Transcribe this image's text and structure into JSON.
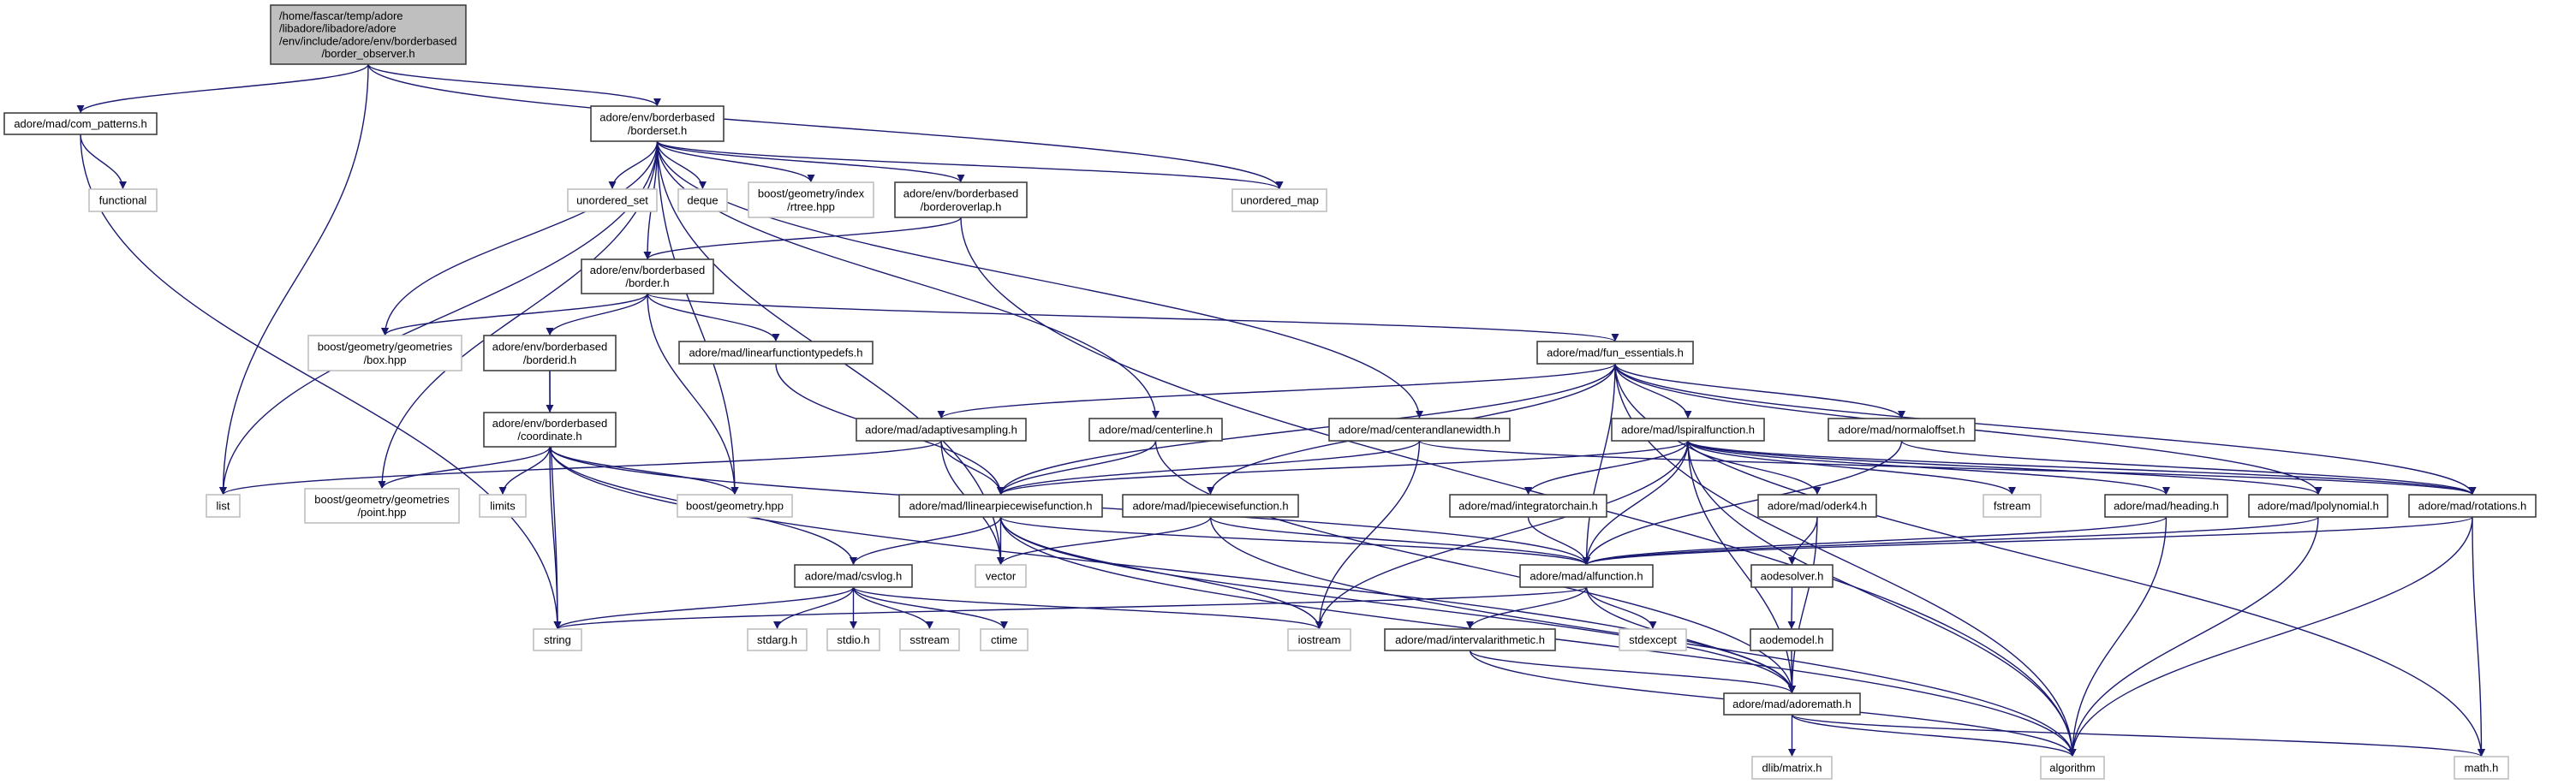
{
  "colors": {
    "edge": "#191970",
    "root_fill": "#bfbfbf",
    "local_border": "#404040",
    "system_border": "#bfbfbf"
  },
  "graph": {
    "nodes": [
      {
        "id": "border_observer",
        "kind": "root",
        "lines": [
          "/home/fascar/temp/adore",
          "/libadore/libadore/adore",
          "/env/include/adore/env/borderbased",
          "/border_observer.h"
        ]
      },
      {
        "id": "com_patterns",
        "kind": "local",
        "lines": [
          "adore/mad/com_patterns.h"
        ]
      },
      {
        "id": "functional",
        "kind": "system",
        "lines": [
          "functional"
        ]
      },
      {
        "id": "borderset",
        "kind": "local",
        "lines": [
          "adore/env/borderbased",
          "/borderset.h"
        ]
      },
      {
        "id": "unordered_set",
        "kind": "system",
        "lines": [
          "unordered_set"
        ]
      },
      {
        "id": "deque",
        "kind": "system",
        "lines": [
          "deque"
        ]
      },
      {
        "id": "rtree",
        "kind": "system",
        "lines": [
          "boost/geometry/index",
          "/rtree.hpp"
        ]
      },
      {
        "id": "borderoverlap",
        "kind": "local",
        "lines": [
          "adore/env/borderbased",
          "/borderoverlap.h"
        ]
      },
      {
        "id": "unordered_map",
        "kind": "system",
        "lines": [
          "unordered_map"
        ]
      },
      {
        "id": "border",
        "kind": "local",
        "lines": [
          "adore/env/borderbased",
          "/border.h"
        ]
      },
      {
        "id": "box",
        "kind": "system",
        "lines": [
          "boost/geometry/geometries",
          "/box.hpp"
        ]
      },
      {
        "id": "borderid",
        "kind": "local",
        "lines": [
          "adore/env/borderbased",
          "/borderid.h"
        ]
      },
      {
        "id": "linearfunctiontypedefs",
        "kind": "local",
        "lines": [
          "adore/mad/linearfunctiontypedefs.h"
        ]
      },
      {
        "id": "fun_essentials",
        "kind": "local",
        "lines": [
          "adore/mad/fun_essentials.h"
        ]
      },
      {
        "id": "coordinate",
        "kind": "local",
        "lines": [
          "adore/env/borderbased",
          "/coordinate.h"
        ]
      },
      {
        "id": "adaptivesampling",
        "kind": "local",
        "lines": [
          "adore/mad/adaptivesampling.h"
        ]
      },
      {
        "id": "centerline",
        "kind": "local",
        "lines": [
          "adore/mad/centerline.h"
        ]
      },
      {
        "id": "centerandlanewidth",
        "kind": "local",
        "lines": [
          "adore/mad/centerandlanewidth.h"
        ]
      },
      {
        "id": "lspiralfunction",
        "kind": "local",
        "lines": [
          "adore/mad/lspiralfunction.h"
        ]
      },
      {
        "id": "normaloffset",
        "kind": "local",
        "lines": [
          "adore/mad/normaloffset.h"
        ]
      },
      {
        "id": "list",
        "kind": "system",
        "lines": [
          "list"
        ]
      },
      {
        "id": "point",
        "kind": "system",
        "lines": [
          "boost/geometry/geometries",
          "/point.hpp"
        ]
      },
      {
        "id": "limits",
        "kind": "system",
        "lines": [
          "limits"
        ]
      },
      {
        "id": "boost_geometry",
        "kind": "system",
        "lines": [
          "boost/geometry.hpp"
        ]
      },
      {
        "id": "llinearpiecewisefunction",
        "kind": "local",
        "lines": [
          "adore/mad/llinearpiecewisefunction.h"
        ]
      },
      {
        "id": "lpiecewisefunction",
        "kind": "local",
        "lines": [
          "adore/mad/lpiecewisefunction.h"
        ]
      },
      {
        "id": "integratorchain",
        "kind": "local",
        "lines": [
          "adore/mad/integratorchain.h"
        ]
      },
      {
        "id": "oderk4",
        "kind": "local",
        "lines": [
          "adore/mad/oderk4.h"
        ]
      },
      {
        "id": "fstream",
        "kind": "system",
        "lines": [
          "fstream"
        ]
      },
      {
        "id": "heading",
        "kind": "local",
        "lines": [
          "adore/mad/heading.h"
        ]
      },
      {
        "id": "lpolynomial",
        "kind": "local",
        "lines": [
          "adore/mad/lpolynomial.h"
        ]
      },
      {
        "id": "rotations",
        "kind": "local",
        "lines": [
          "adore/mad/rotations.h"
        ]
      },
      {
        "id": "csvlog",
        "kind": "local",
        "lines": [
          "adore/mad/csvlog.h"
        ]
      },
      {
        "id": "vector",
        "kind": "system",
        "lines": [
          "vector"
        ]
      },
      {
        "id": "alfunction",
        "kind": "local",
        "lines": [
          "adore/mad/alfunction.h"
        ]
      },
      {
        "id": "aodesolver",
        "kind": "local",
        "lines": [
          "aodesolver.h"
        ]
      },
      {
        "id": "string",
        "kind": "system",
        "lines": [
          "string"
        ]
      },
      {
        "id": "stdarg",
        "kind": "system",
        "lines": [
          "stdarg.h"
        ]
      },
      {
        "id": "stdio",
        "kind": "system",
        "lines": [
          "stdio.h"
        ]
      },
      {
        "id": "sstream",
        "kind": "system",
        "lines": [
          "sstream"
        ]
      },
      {
        "id": "ctime",
        "kind": "system",
        "lines": [
          "ctime"
        ]
      },
      {
        "id": "iostream",
        "kind": "system",
        "lines": [
          "iostream"
        ]
      },
      {
        "id": "intervalarithmetic",
        "kind": "local",
        "lines": [
          "adore/mad/intervalarithmetic.h"
        ]
      },
      {
        "id": "stdexcept",
        "kind": "system",
        "lines": [
          "stdexcept"
        ]
      },
      {
        "id": "aodemodel",
        "kind": "local",
        "lines": [
          "aodemodel.h"
        ]
      },
      {
        "id": "adoremath",
        "kind": "local",
        "lines": [
          "adore/mad/adoremath.h"
        ]
      },
      {
        "id": "dlib_matrix",
        "kind": "system",
        "lines": [
          "dlib/matrix.h"
        ]
      },
      {
        "id": "algorithm",
        "kind": "system",
        "lines": [
          "algorithm"
        ]
      },
      {
        "id": "math",
        "kind": "system",
        "lines": [
          "math.h"
        ]
      }
    ],
    "edges": [
      [
        "border_observer",
        "com_patterns"
      ],
      [
        "border_observer",
        "list"
      ],
      [
        "border_observer",
        "borderset"
      ],
      [
        "border_observer",
        "unordered_map"
      ],
      [
        "com_patterns",
        "functional"
      ],
      [
        "com_patterns",
        "string"
      ],
      [
        "borderset",
        "unordered_set"
      ],
      [
        "borderset",
        "deque"
      ],
      [
        "borderset",
        "rtree"
      ],
      [
        "borderset",
        "borderoverlap"
      ],
      [
        "borderset",
        "border"
      ],
      [
        "borderset",
        "box"
      ],
      [
        "borderset",
        "point"
      ],
      [
        "borderset",
        "list"
      ],
      [
        "borderset",
        "boost_geometry"
      ],
      [
        "borderset",
        "vector"
      ],
      [
        "borderset",
        "centerline"
      ],
      [
        "borderset",
        "centerandlanewidth"
      ],
      [
        "borderset",
        "unordered_map"
      ],
      [
        "borderoverlap",
        "border"
      ],
      [
        "borderoverlap",
        "algorithm"
      ],
      [
        "border",
        "box"
      ],
      [
        "border",
        "borderid"
      ],
      [
        "border",
        "linearfunctiontypedefs"
      ],
      [
        "border",
        "boost_geometry"
      ],
      [
        "border",
        "fun_essentials"
      ],
      [
        "borderid",
        "coordinate"
      ],
      [
        "borderid",
        "string"
      ],
      [
        "coordinate",
        "point"
      ],
      [
        "coordinate",
        "limits"
      ],
      [
        "coordinate",
        "string"
      ],
      [
        "coordinate",
        "boost_geometry"
      ],
      [
        "coordinate",
        "csvlog"
      ],
      [
        "coordinate",
        "adoremath"
      ],
      [
        "coordinate",
        "alfunction"
      ],
      [
        "linearfunctiontypedefs",
        "llinearpiecewisefunction"
      ],
      [
        "fun_essentials",
        "adaptivesampling"
      ],
      [
        "fun_essentials",
        "llinearpiecewisefunction"
      ],
      [
        "fun_essentials",
        "lpiecewisefunction"
      ],
      [
        "fun_essentials",
        "lspiralfunction"
      ],
      [
        "fun_essentials",
        "normaloffset"
      ],
      [
        "fun_essentials",
        "alfunction"
      ],
      [
        "fun_essentials",
        "lpolynomial"
      ],
      [
        "fun_essentials",
        "rotations"
      ],
      [
        "fun_essentials",
        "algorithm"
      ],
      [
        "fun_essentials",
        "math"
      ],
      [
        "adaptivesampling",
        "list"
      ],
      [
        "adaptivesampling",
        "llinearpiecewisefunction"
      ],
      [
        "adaptivesampling",
        "vector"
      ],
      [
        "centerline",
        "llinearpiecewisefunction"
      ],
      [
        "centerline",
        "adoremath"
      ],
      [
        "centerandlanewidth",
        "llinearpiecewisefunction"
      ],
      [
        "centerandlanewidth",
        "iostream"
      ],
      [
        "centerandlanewidth",
        "rotations"
      ],
      [
        "llinearpiecewisefunction",
        "csvlog"
      ],
      [
        "llinearpiecewisefunction",
        "vector"
      ],
      [
        "llinearpiecewisefunction",
        "iostream"
      ],
      [
        "llinearpiecewisefunction",
        "alfunction"
      ],
      [
        "llinearpiecewisefunction",
        "adoremath"
      ],
      [
        "llinearpiecewisefunction",
        "algorithm"
      ],
      [
        "lpiecewisefunction",
        "vector"
      ],
      [
        "lpiecewisefunction",
        "alfunction"
      ],
      [
        "lpiecewisefunction",
        "algorithm"
      ],
      [
        "csvlog",
        "stdarg"
      ],
      [
        "csvlog",
        "stdio"
      ],
      [
        "csvlog",
        "sstream"
      ],
      [
        "csvlog",
        "ctime"
      ],
      [
        "csvlog",
        "string"
      ],
      [
        "csvlog",
        "iostream"
      ],
      [
        "lspiralfunction",
        "integratorchain"
      ],
      [
        "lspiralfunction",
        "alfunction"
      ],
      [
        "lspiralfunction",
        "adoremath"
      ],
      [
        "lspiralfunction",
        "oderk4"
      ],
      [
        "lspiralfunction",
        "llinearpiecewisefunction"
      ],
      [
        "lspiralfunction",
        "iostream"
      ],
      [
        "lspiralfunction",
        "fstream"
      ],
      [
        "lspiralfunction",
        "heading"
      ],
      [
        "lspiralfunction",
        "lpolynomial"
      ],
      [
        "lspiralfunction",
        "rotations"
      ],
      [
        "lspiralfunction",
        "algorithm"
      ],
      [
        "normaloffset",
        "alfunction"
      ],
      [
        "normaloffset",
        "rotations"
      ],
      [
        "integratorchain",
        "alfunction"
      ],
      [
        "oderk4",
        "aodesolver"
      ],
      [
        "oderk4",
        "adoremath"
      ],
      [
        "aodesolver",
        "aodemodel"
      ],
      [
        "aodemodel",
        "adoremath"
      ],
      [
        "alfunction",
        "string"
      ],
      [
        "alfunction",
        "intervalarithmetic"
      ],
      [
        "alfunction",
        "stdexcept"
      ],
      [
        "alfunction",
        "adoremath"
      ],
      [
        "intervalarithmetic",
        "adoremath"
      ],
      [
        "intervalarithmetic",
        "algorithm"
      ],
      [
        "heading",
        "alfunction"
      ],
      [
        "heading",
        "algorithm"
      ],
      [
        "lpolynomial",
        "alfunction"
      ],
      [
        "lpolynomial",
        "algorithm"
      ],
      [
        "rotations",
        "alfunction"
      ],
      [
        "rotations",
        "algorithm"
      ],
      [
        "rotations",
        "math"
      ],
      [
        "adoremath",
        "dlib_matrix"
      ],
      [
        "adoremath",
        "algorithm"
      ],
      [
        "adoremath",
        "math"
      ]
    ]
  }
}
